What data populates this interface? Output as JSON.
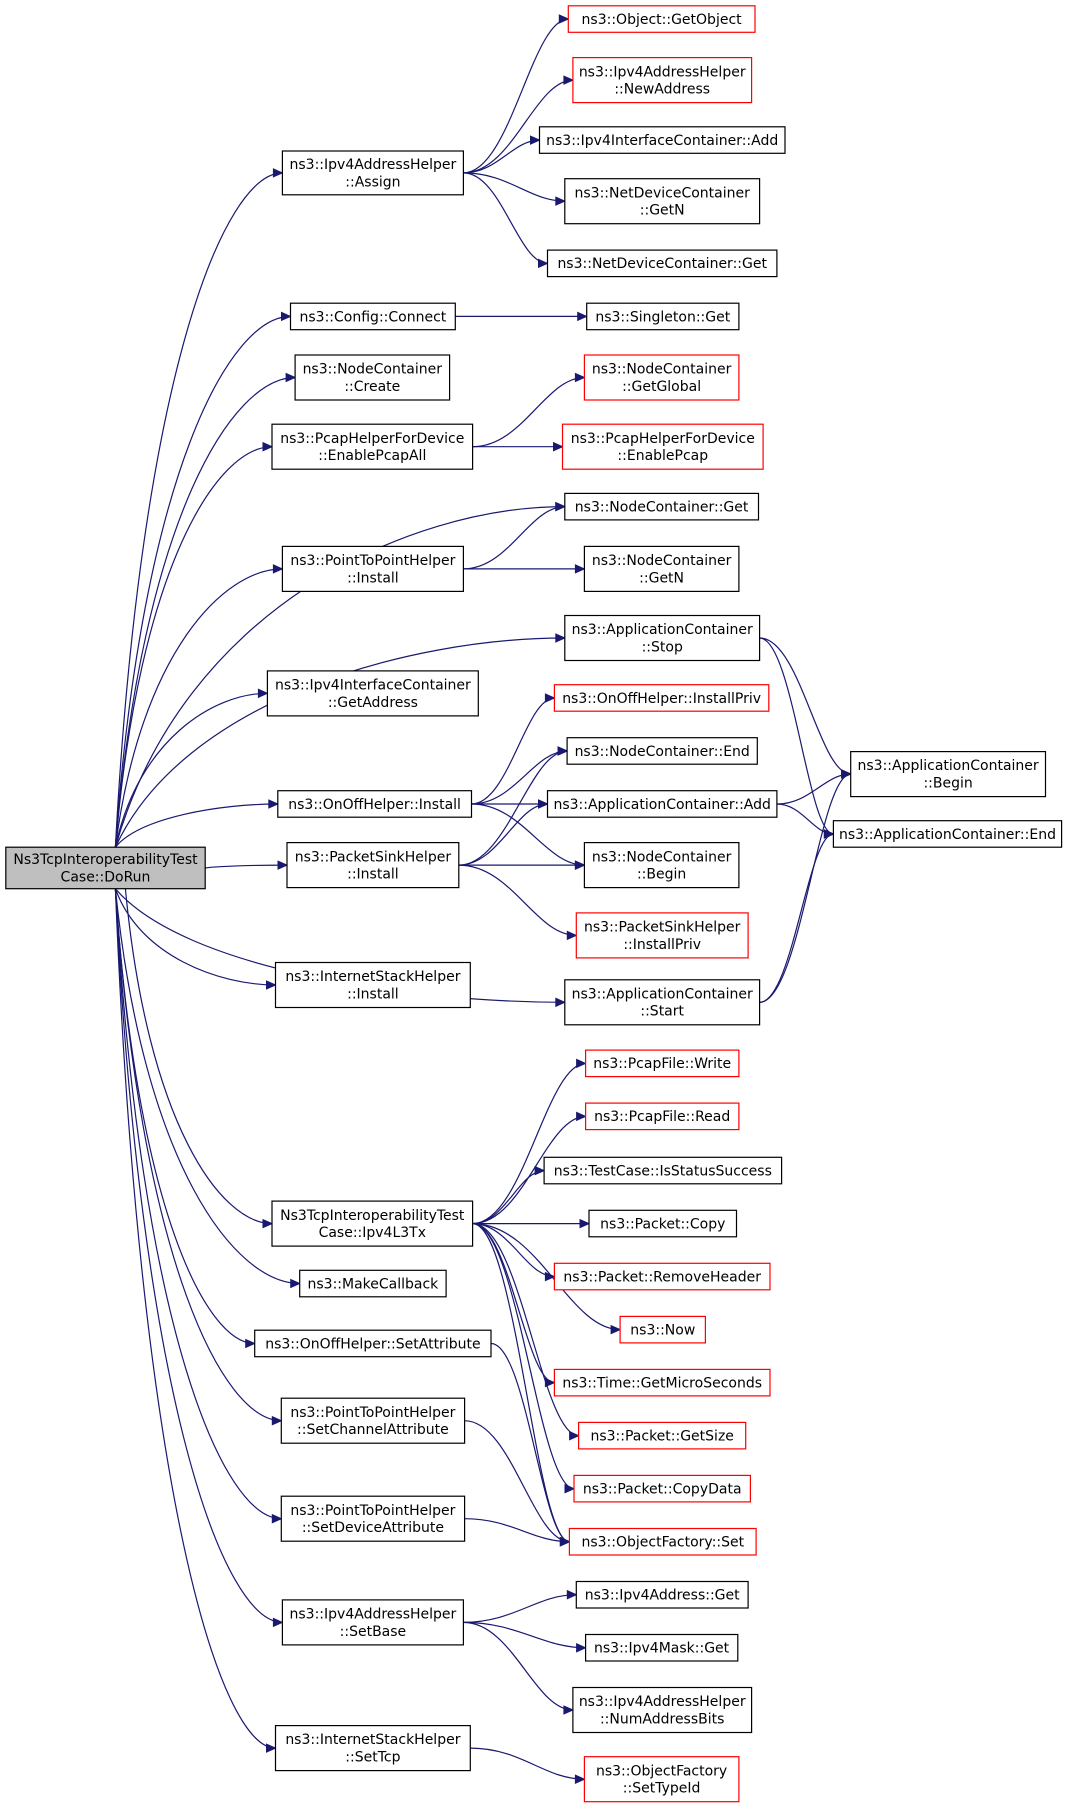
{
  "graph": {
    "type": "call-graph",
    "colors": {
      "edge": "#191970",
      "root_fill": "#bfbfbf",
      "normal_border": "#000000",
      "truncated_border": "#ff0000"
    },
    "nodes": [
      {
        "id": "root",
        "lines": [
          "Ns3TcpInteroperabilityTest",
          "Case::DoRun"
        ],
        "style": "root"
      },
      {
        "id": "ipv4assign",
        "lines": [
          "ns3::Ipv4AddressHelper",
          "::Assign"
        ],
        "style": "black"
      },
      {
        "id": "getobject",
        "lines": [
          "ns3::Object::GetObject"
        ],
        "style": "red"
      },
      {
        "id": "newaddress",
        "lines": [
          "ns3::Ipv4AddressHelper",
          "::NewAddress"
        ],
        "style": "red"
      },
      {
        "id": "ifcadd",
        "lines": [
          "ns3::Ipv4InterfaceContainer::Add"
        ],
        "style": "black"
      },
      {
        "id": "ndcgetn",
        "lines": [
          "ns3::NetDeviceContainer",
          "::GetN"
        ],
        "style": "black"
      },
      {
        "id": "ndcget",
        "lines": [
          "ns3::NetDeviceContainer::Get"
        ],
        "style": "black"
      },
      {
        "id": "configconnect",
        "lines": [
          "ns3::Config::Connect"
        ],
        "style": "black"
      },
      {
        "id": "singletonget",
        "lines": [
          "ns3::Singleton::Get"
        ],
        "style": "black"
      },
      {
        "id": "nccreate",
        "lines": [
          "ns3::NodeContainer",
          "::Create"
        ],
        "style": "black"
      },
      {
        "id": "ncgetglobal",
        "lines": [
          "ns3::NodeContainer",
          "::GetGlobal"
        ],
        "style": "red"
      },
      {
        "id": "enablepcapall",
        "lines": [
          "ns3::PcapHelperForDevice",
          "::EnablePcapAll"
        ],
        "style": "black"
      },
      {
        "id": "enablepcap",
        "lines": [
          "ns3::PcapHelperForDevice",
          "::EnablePcap"
        ],
        "style": "red"
      },
      {
        "id": "ncget",
        "lines": [
          "ns3::NodeContainer::Get"
        ],
        "style": "black"
      },
      {
        "id": "p2pinstall",
        "lines": [
          "ns3::PointToPointHelper",
          "::Install"
        ],
        "style": "black"
      },
      {
        "id": "ncgetn",
        "lines": [
          "ns3::NodeContainer",
          "::GetN"
        ],
        "style": "black"
      },
      {
        "id": "acstop",
        "lines": [
          "ns3::ApplicationContainer",
          "::Stop"
        ],
        "style": "black"
      },
      {
        "id": "ifcgetaddress",
        "lines": [
          "ns3::Ipv4InterfaceContainer",
          "::GetAddress"
        ],
        "style": "black"
      },
      {
        "id": "installpriv",
        "lines": [
          "ns3::OnOffHelper::InstallPriv"
        ],
        "style": "red"
      },
      {
        "id": "ncend",
        "lines": [
          "ns3::NodeContainer::End"
        ],
        "style": "black"
      },
      {
        "id": "acbegin",
        "lines": [
          "ns3::ApplicationContainer",
          "::Begin"
        ],
        "style": "black"
      },
      {
        "id": "onoffinstall",
        "lines": [
          "ns3::OnOffHelper::Install"
        ],
        "style": "black"
      },
      {
        "id": "acadd",
        "lines": [
          "ns3::ApplicationContainer::Add"
        ],
        "style": "black"
      },
      {
        "id": "acend",
        "lines": [
          "ns3::ApplicationContainer::End"
        ],
        "style": "black"
      },
      {
        "id": "sinkinstall",
        "lines": [
          "ns3::PacketSinkHelper",
          "::Install"
        ],
        "style": "black"
      },
      {
        "id": "ncbegin",
        "lines": [
          "ns3::NodeContainer",
          "::Begin"
        ],
        "style": "black"
      },
      {
        "id": "sinkinstallpriv",
        "lines": [
          "ns3::PacketSinkHelper",
          "::InstallPriv"
        ],
        "style": "red"
      },
      {
        "id": "inetinstall",
        "lines": [
          "ns3::InternetStackHelper",
          "::Install"
        ],
        "style": "black"
      },
      {
        "id": "acstart",
        "lines": [
          "ns3::ApplicationContainer",
          "::Start"
        ],
        "style": "black"
      },
      {
        "id": "pcapwrite",
        "lines": [
          "ns3::PcapFile::Write"
        ],
        "style": "red"
      },
      {
        "id": "pcapread",
        "lines": [
          "ns3::PcapFile::Read"
        ],
        "style": "red"
      },
      {
        "id": "isstatussuccess",
        "lines": [
          "ns3::TestCase::IsStatusSuccess"
        ],
        "style": "black"
      },
      {
        "id": "ipv4l3tx",
        "lines": [
          "Ns3TcpInteroperabilityTest",
          "Case::Ipv4L3Tx"
        ],
        "style": "black"
      },
      {
        "id": "packetcopy",
        "lines": [
          "ns3::Packet::Copy"
        ],
        "style": "black"
      },
      {
        "id": "removeheader",
        "lines": [
          "ns3::Packet::RemoveHeader"
        ],
        "style": "red"
      },
      {
        "id": "makecallback",
        "lines": [
          "ns3::MakeCallback"
        ],
        "style": "black"
      },
      {
        "id": "now",
        "lines": [
          "ns3::Now"
        ],
        "style": "red"
      },
      {
        "id": "onoffsetattr",
        "lines": [
          "ns3::OnOffHelper::SetAttribute"
        ],
        "style": "black"
      },
      {
        "id": "getmicro",
        "lines": [
          "ns3::Time::GetMicroSeconds"
        ],
        "style": "red"
      },
      {
        "id": "p2pchannelattr",
        "lines": [
          "ns3::PointToPointHelper",
          "::SetChannelAttribute"
        ],
        "style": "black"
      },
      {
        "id": "packetgetsize",
        "lines": [
          "ns3::Packet::GetSize"
        ],
        "style": "red"
      },
      {
        "id": "packetcopydata",
        "lines": [
          "ns3::Packet::CopyData"
        ],
        "style": "red"
      },
      {
        "id": "p2pdeviceattr",
        "lines": [
          "ns3::PointToPointHelper",
          "::SetDeviceAttribute"
        ],
        "style": "black"
      },
      {
        "id": "ofset",
        "lines": [
          "ns3::ObjectFactory::Set"
        ],
        "style": "red"
      },
      {
        "id": "ipv4setbase",
        "lines": [
          "ns3::Ipv4AddressHelper",
          "::SetBase"
        ],
        "style": "black"
      },
      {
        "id": "ipv4addrget",
        "lines": [
          "ns3::Ipv4Address::Get"
        ],
        "style": "black"
      },
      {
        "id": "ipv4maskget",
        "lines": [
          "ns3::Ipv4Mask::Get"
        ],
        "style": "black"
      },
      {
        "id": "numaddressbits",
        "lines": [
          "ns3::Ipv4AddressHelper",
          "::NumAddressBits"
        ],
        "style": "black"
      },
      {
        "id": "inetsettcp",
        "lines": [
          "ns3::InternetStackHelper",
          "::SetTcp"
        ],
        "style": "black"
      },
      {
        "id": "ofsettypeid",
        "lines": [
          "ns3::ObjectFactory",
          "::SetTypeId"
        ],
        "style": "red"
      }
    ],
    "edges": [
      [
        "root",
        "ipv4assign"
      ],
      [
        "root",
        "configconnect"
      ],
      [
        "root",
        "nccreate"
      ],
      [
        "root",
        "enablepcapall"
      ],
      [
        "root",
        "ncget"
      ],
      [
        "root",
        "p2pinstall"
      ],
      [
        "root",
        "acstop"
      ],
      [
        "root",
        "ifcgetaddress"
      ],
      [
        "root",
        "onoffinstall"
      ],
      [
        "root",
        "sinkinstall"
      ],
      [
        "root",
        "inetinstall"
      ],
      [
        "root",
        "acstart"
      ],
      [
        "root",
        "ipv4l3tx"
      ],
      [
        "root",
        "makecallback"
      ],
      [
        "root",
        "onoffsetattr"
      ],
      [
        "root",
        "p2pchannelattr"
      ],
      [
        "root",
        "p2pdeviceattr"
      ],
      [
        "root",
        "ipv4setbase"
      ],
      [
        "root",
        "inetsettcp"
      ],
      [
        "ipv4assign",
        "getobject"
      ],
      [
        "ipv4assign",
        "newaddress"
      ],
      [
        "ipv4assign",
        "ifcadd"
      ],
      [
        "ipv4assign",
        "ndcgetn"
      ],
      [
        "ipv4assign",
        "ndcget"
      ],
      [
        "configconnect",
        "singletonget"
      ],
      [
        "enablepcapall",
        "ncgetglobal"
      ],
      [
        "enablepcapall",
        "enablepcap"
      ],
      [
        "p2pinstall",
        "ncget"
      ],
      [
        "p2pinstall",
        "ncgetn"
      ],
      [
        "acstop",
        "acbegin"
      ],
      [
        "acstop",
        "acend"
      ],
      [
        "onoffinstall",
        "installpriv"
      ],
      [
        "onoffinstall",
        "ncend"
      ],
      [
        "onoffinstall",
        "acadd"
      ],
      [
        "onoffinstall",
        "ncbegin"
      ],
      [
        "acadd",
        "acbegin"
      ],
      [
        "acadd",
        "acend"
      ],
      [
        "sinkinstall",
        "ncend"
      ],
      [
        "sinkinstall",
        "acadd"
      ],
      [
        "sinkinstall",
        "ncbegin"
      ],
      [
        "sinkinstall",
        "sinkinstallpriv"
      ],
      [
        "acstart",
        "acbegin"
      ],
      [
        "acstart",
        "acend"
      ],
      [
        "ipv4l3tx",
        "pcapwrite"
      ],
      [
        "ipv4l3tx",
        "pcapread"
      ],
      [
        "ipv4l3tx",
        "isstatussuccess"
      ],
      [
        "ipv4l3tx",
        "packetcopy"
      ],
      [
        "ipv4l3tx",
        "removeheader"
      ],
      [
        "ipv4l3tx",
        "now"
      ],
      [
        "ipv4l3tx",
        "getmicro"
      ],
      [
        "ipv4l3tx",
        "packetgetsize"
      ],
      [
        "ipv4l3tx",
        "packetcopydata"
      ],
      [
        "ipv4l3tx",
        "ofset"
      ],
      [
        "onoffsetattr",
        "ofset"
      ],
      [
        "p2pchannelattr",
        "ofset"
      ],
      [
        "p2pdeviceattr",
        "ofset"
      ],
      [
        "ipv4setbase",
        "ipv4addrget"
      ],
      [
        "ipv4setbase",
        "ipv4maskget"
      ],
      [
        "ipv4setbase",
        "numaddressbits"
      ],
      [
        "inetsettcp",
        "ofsettypeid"
      ]
    ]
  }
}
